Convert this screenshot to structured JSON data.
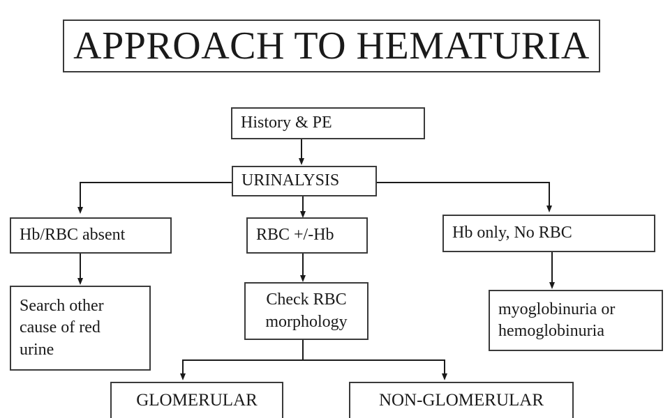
{
  "diagram": {
    "title": "APPROACH TO HEMATURIA",
    "nodes": {
      "history": "History & PE",
      "urinalysis": "URINALYSIS",
      "absent": "Hb/RBC absent",
      "rbc_hb": "RBC +/-Hb",
      "hb_only": "Hb only,  No RBC",
      "search": [
        "Search other",
        "cause of red",
        "urine"
      ],
      "check": [
        "Check RBC",
        "morphology"
      ],
      "myo": [
        "myoglobinuria or",
        "hemoglobinuria"
      ],
      "glomerular": "GLOMERULAR",
      "nonglomerular": "NON-GLOMERULAR"
    },
    "edges": [
      [
        "history",
        "urinalysis"
      ],
      [
        "urinalysis",
        "absent"
      ],
      [
        "urinalysis",
        "rbc_hb"
      ],
      [
        "urinalysis",
        "hb_only"
      ],
      [
        "absent",
        "search"
      ],
      [
        "rbc_hb",
        "check"
      ],
      [
        "hb_only",
        "myo"
      ],
      [
        "check",
        "glomerular"
      ],
      [
        "check",
        "nonglomerular"
      ]
    ]
  }
}
